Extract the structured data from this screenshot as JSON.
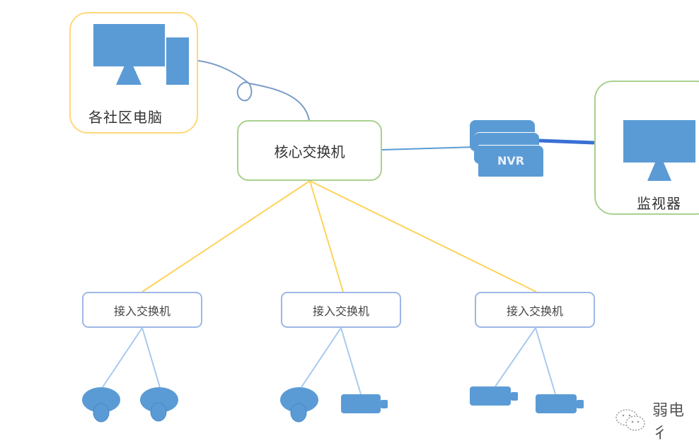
{
  "diagram": {
    "type": "network-topology",
    "nodes": {
      "community_pcs": {
        "label": "各社区电脑",
        "icon": "desktop-computer-icon",
        "border_color": "#fdd97a"
      },
      "core_switch": {
        "label": "核心交换机",
        "border_color": "#a9d18e"
      },
      "nvr": {
        "label": "NVR",
        "icon": "nvr-stack-icon"
      },
      "monitor": {
        "label": "监视器",
        "icon": "monitor-icon",
        "border_color": "#a9d18e"
      },
      "access_switches": [
        {
          "label": "接入交换机",
          "devices": [
            "dome-camera",
            "dome-camera"
          ]
        },
        {
          "label": "接入交换机",
          "devices": [
            "dome-camera",
            "bullet-camera"
          ]
        },
        {
          "label": "接入交换机",
          "devices": [
            "bullet-camera",
            "bullet-camera"
          ]
        }
      ]
    },
    "links": [
      {
        "from": "community_pcs",
        "to": "core_switch",
        "style": "cable",
        "color": "#7a9cc6"
      },
      {
        "from": "core_switch",
        "to": "nvr",
        "color": "#5b9bd5"
      },
      {
        "from": "nvr",
        "to": "monitor",
        "style": "thick",
        "color": "#3a6fd4"
      },
      {
        "from": "core_switch",
        "to": "access_switch_1",
        "color": "#fdd35a"
      },
      {
        "from": "core_switch",
        "to": "access_switch_2",
        "color": "#fdd35a"
      },
      {
        "from": "core_switch",
        "to": "access_switch_3",
        "color": "#fdd35a"
      },
      {
        "from": "access_switch",
        "to": "camera",
        "color": "#a9c9ee"
      }
    ],
    "colors": {
      "device_fill": "#5b9bd5",
      "access_border": "#9db7e6"
    }
  },
  "watermark": {
    "text": "弱电彳",
    "icon": "wechat-icon"
  }
}
